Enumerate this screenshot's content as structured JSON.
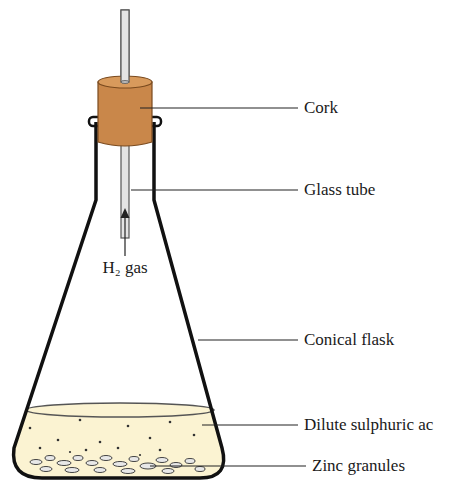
{
  "diagram": {
    "labels": [
      "Cork",
      "Glass tube",
      "H₂ gas",
      "Conical flask",
      "Dilute sulphuric ac",
      "Zinc granules"
    ]
  }
}
